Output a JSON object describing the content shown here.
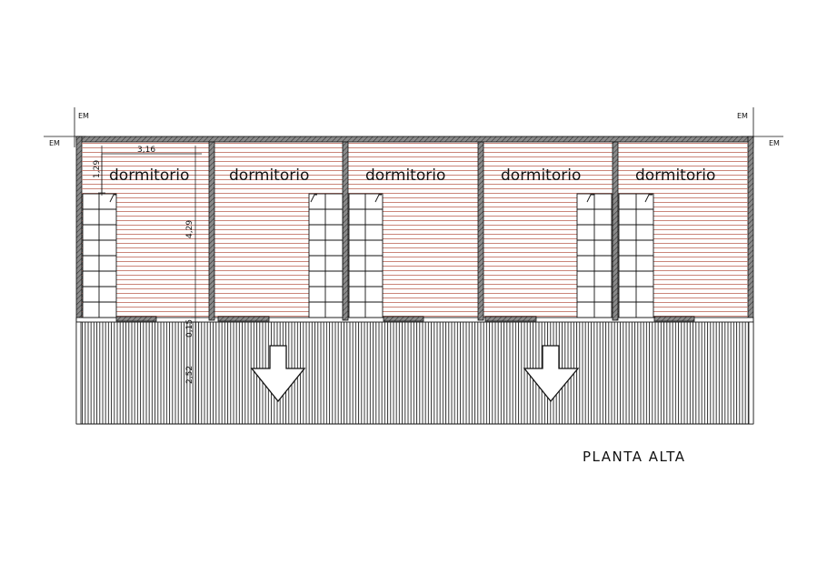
{
  "plan": {
    "title": "PLANTA ALTA",
    "axis_marker": "EM",
    "rooms": [
      {
        "label": "dormitorio"
      },
      {
        "label": "dormitorio"
      },
      {
        "label": "dormitorio"
      },
      {
        "label": "dormitorio"
      },
      {
        "label": "dormitorio"
      }
    ],
    "dimensions": {
      "room_width": "3,16",
      "top_depth": "1,29",
      "room_depth": "4,29",
      "slab": "0,15",
      "balcony_depth": "2,52"
    }
  },
  "colors": {
    "line": "#111111",
    "floor_hatch": "#c4776a",
    "wall_fill": "#6b6b6b",
    "balcony_hatch": "#222222",
    "background": "#ffffff"
  }
}
